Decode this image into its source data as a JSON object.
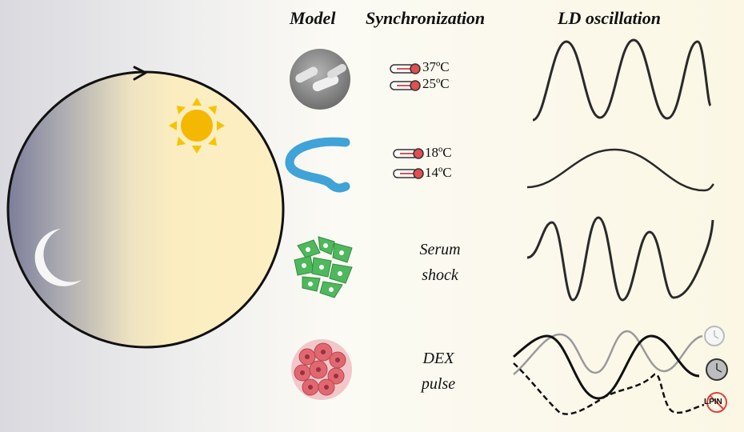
{
  "headers": {
    "model": "Model",
    "synchronization": "Synchronization",
    "oscillation": "LD oscillation"
  },
  "rows": [
    {
      "model_icon": "bacteria-icon",
      "temps": [
        "37ºC",
        "25ºC"
      ]
    },
    {
      "model_icon": "worm-icon",
      "temps": [
        "18ºC",
        "14ºC"
      ]
    },
    {
      "model_icon": "cell-cluster-icon",
      "sync_lines": [
        "Serum",
        "shock"
      ]
    },
    {
      "model_icon": "tumor-spheroid-icon",
      "sync_lines": [
        "DEX",
        "pulse"
      ]
    }
  ],
  "legend": {
    "lpin_label": "LPIN"
  },
  "colors": {
    "sun": "#f5b800",
    "bacteria": "#8c8c8c",
    "worm": "#3fa3d8",
    "cells": "#4fb85c",
    "tumor": "#e06870",
    "curve": "#2a2a2a",
    "grey_curve": "#9a9a9a"
  }
}
